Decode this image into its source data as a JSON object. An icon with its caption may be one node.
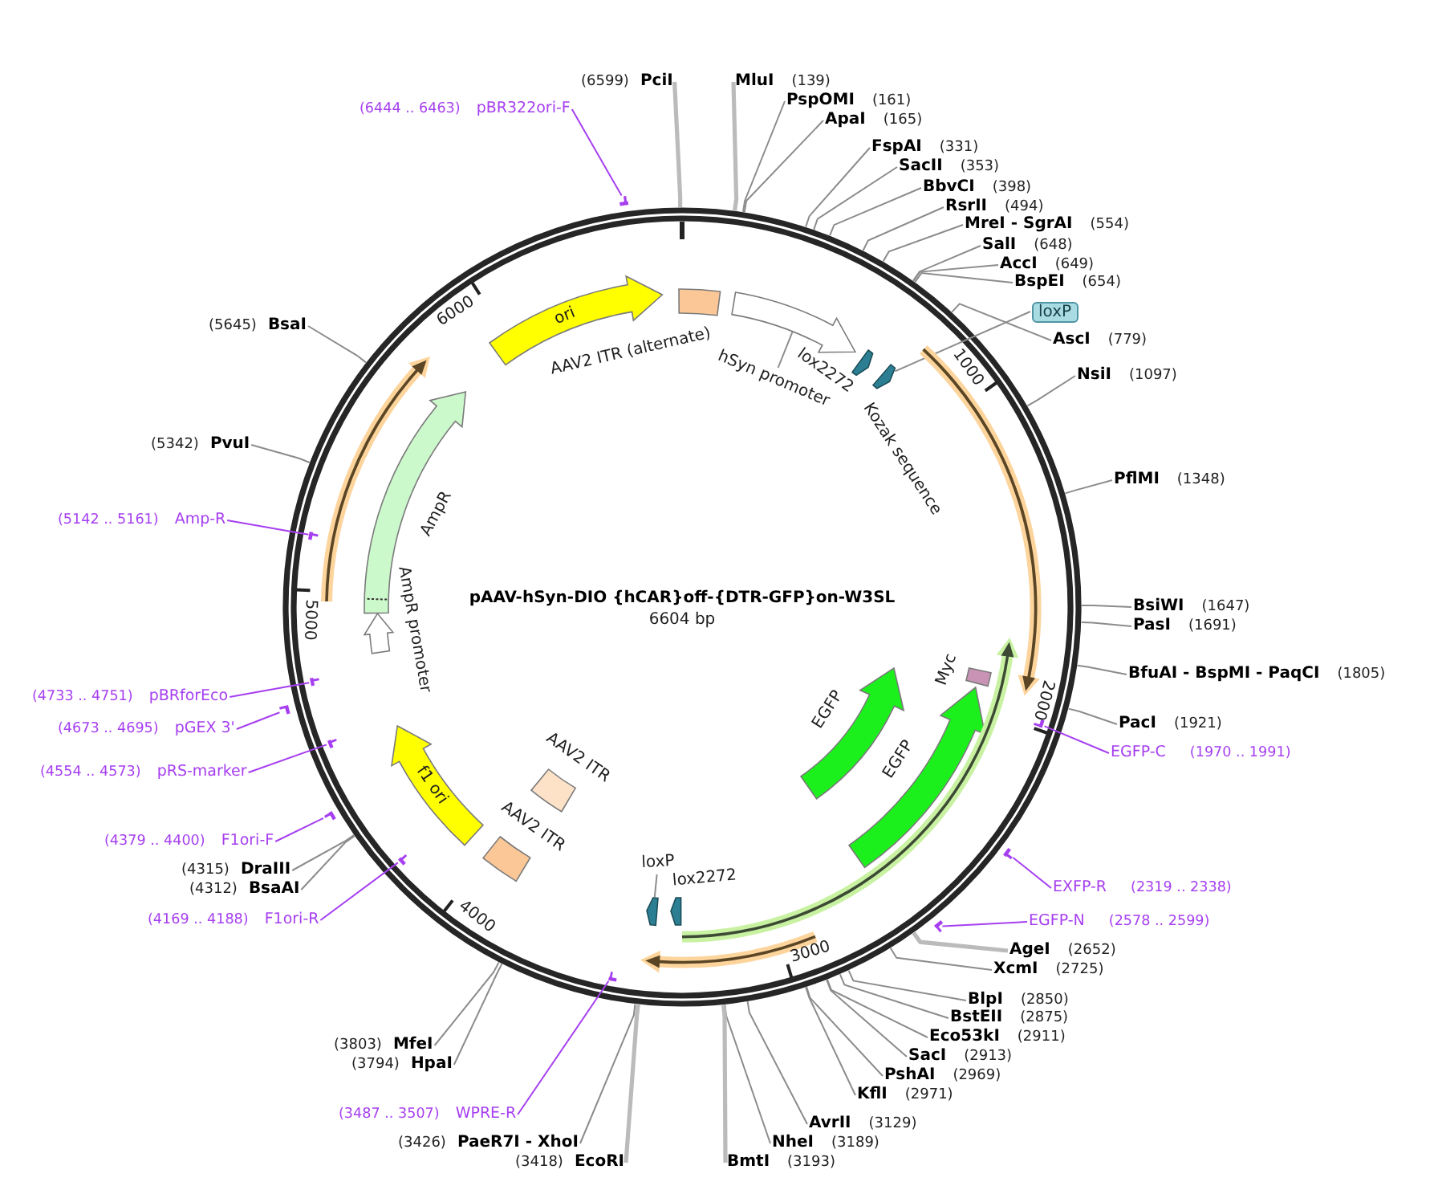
{
  "diagram": {
    "title": "pAAV-hSyn-DIO {hCAR}off-{DTR-GFP}on-W3SL",
    "nodes": [
      {
        "text": [
          "(6599)",
          "PciI"
        ]
      },
      {
        "text": [
          "MluI",
          "(139)"
        ]
      },
      {
        "text": [
          "PspOMI",
          "(161)"
        ]
      },
      {
        "text": [
          "ApaI",
          "(165)"
        ]
      },
      {
        "text": [
          "FspAI",
          "(331)"
        ]
      },
      {
        "text": [
          "SacII",
          "(353)"
        ]
      },
      {
        "text": [
          "BbvCI",
          "(398)"
        ]
      },
      {
        "text": [
          "RsrII",
          "(494)"
        ]
      },
      {
        "text": [
          "MreI - SgrAI",
          "(554)"
        ]
      },
      {
        "text": [
          "SalI",
          "(648)"
        ]
      },
      {
        "text": [
          "AccI",
          "(649)"
        ]
      },
      {
        "text": [
          "BspEI",
          "(654)"
        ]
      },
      {
        "text": [
          "loxP"
        ]
      },
      {
        "text": [
          "AscI",
          "(779)"
        ]
      },
      {
        "text": [
          "NsiI",
          "(1097)"
        ]
      },
      {
        "text": [
          "PflMI",
          "(1348)"
        ]
      },
      {
        "text": [
          "BsiWI",
          "(1647)"
        ]
      },
      {
        "text": [
          "PasI",
          "(1691)"
        ]
      },
      {
        "text": [
          "BfuAI - BspMI - PaqCI",
          "(1805)"
        ]
      },
      {
        "text": [
          "PacI",
          "(1921)"
        ]
      },
      {
        "text": [
          "EGFP-C",
          "(1970 .. 1991)"
        ]
      },
      {
        "text": [],
        "shape": "bar"
      },
      {
        "text": [
          "EXFP-R",
          "(2319 .. 2338)"
        ]
      },
      {
        "text": [],
        "shape": "bar"
      },
      {
        "text": [
          "EGFP-N",
          "(2578 .. 2599)"
        ]
      },
      {
        "text": [],
        "shape": "bar"
      },
      {
        "text": [
          "AgeI",
          "(2652)"
        ]
      },
      {
        "text": [
          "XcmI",
          "(2725)"
        ]
      },
      {
        "text": [
          "BlpI",
          "(2850)"
        ]
      },
      {
        "text": [
          "BstEII",
          "(2875)"
        ]
      },
      {
        "text": [
          "Eco53kI",
          "(2911)"
        ]
      },
      {
        "text": [
          "SacI",
          "(2913)"
        ]
      },
      {
        "text": [
          "PshAI",
          "(2969)"
        ]
      },
      {
        "text": [
          "KflI",
          "(2971)"
        ]
      },
      {
        "text": [
          "AvrII",
          "(3129)"
        ]
      },
      {
        "text": [
          "NheI",
          "(3189)"
        ]
      },
      {
        "text": [
          "BmtI",
          "(3193)"
        ]
      },
      {
        "text": [
          "(3418)",
          "EcoRI"
        ]
      },
      {
        "text": [
          "(3426)",
          "PaeR7I - XhoI"
        ]
      },
      {
        "text": [
          "(3487 .. 3507)",
          "WPRE-R"
        ]
      },
      {
        "text": [],
        "shape": "bar"
      },
      {
        "text": [
          "(3803)",
          "MfeI"
        ]
      },
      {
        "text": [
          "(3794)",
          "HpaI"
        ]
      },
      {
        "text": [
          "(4169 .. 4188)",
          "F1ori-R"
        ]
      },
      {
        "text": [],
        "shape": "bar"
      },
      {
        "text": [
          "(4315)",
          "DraIII"
        ]
      },
      {
        "text": [
          "(4312)",
          "BsaAI"
        ]
      },
      {
        "text": [
          "(4379 .. 4400)",
          "F1ori-F"
        ]
      },
      {
        "text": [],
        "shape": "bar"
      },
      {
        "text": [
          "(4554 .. 4573)",
          "pRS-marker"
        ]
      },
      {
        "text": [],
        "shape": "bar"
      },
      {
        "text": [
          "(4673 .. 4695)",
          "pGEX 3'"
        ]
      },
      {
        "text": [],
        "shape": "bar"
      },
      {
        "text": [
          "(4733 .. 4751)",
          "pBRforEco"
        ]
      },
      {
        "text": [],
        "shape": "bar"
      },
      {
        "text": [
          "(5142 .. 5161)",
          "Amp-R"
        ]
      },
      {
        "text": [],
        "shape": "bar"
      },
      {
        "text": [
          "(5342)",
          "PvuI"
        ]
      },
      {
        "text": [
          "(5645)",
          "BsaI"
        ]
      },
      {
        "text": [
          "(6444 .. 6463)",
          "pBR322ori-F"
        ]
      },
      {
        "text": [],
        "shape": "bar"
      },
      {
        "text": [
          "ori"
        ]
      },
      {
        "text": [
          "AAV2 ITR (alternate)"
        ]
      },
      {
        "text": [],
        "shape": "arrow"
      },
      {
        "text": [
          "hSyn promoter"
        ]
      },
      {
        "text": [
          "lox2272"
        ]
      },
      {
        "text": [],
        "shape": "arrow"
      },
      {
        "text": [
          "Kozak sequence"
        ]
      },
      {
        "text": [],
        "shape": "arrow"
      },
      {
        "text": [
          "Myc"
        ]
      },
      {
        "text": [
          "EGFP"
        ]
      },
      {
        "text": [
          "EGFP"
        ]
      },
      {
        "text": [],
        "shape": "arrow"
      },
      {
        "text": [],
        "shape": "arrow"
      },
      {
        "text": [
          "lox2272"
        ]
      },
      {
        "text": [],
        "shape": "arrow"
      },
      {
        "text": [
          "loxP"
        ]
      },
      {
        "text": [
          "AAV2 ITR"
        ]
      },
      {
        "text": [
          "AAV2 ITR"
        ]
      },
      {
        "text": [
          "f1 ori"
        ]
      },
      {
        "text": [
          "AmpR promoter"
        ]
      },
      {
        "text": [
          "AmpR"
        ]
      },
      {
        "text": [],
        "shape": "arrow"
      }
    ],
    "edges": [
      {
        "from": 0,
        "to": null,
        "arrow": "none",
        "style": "thick",
        "color": "#bbbbbb"
      },
      {
        "from": 1,
        "to": null,
        "arrow": "none",
        "style": "thick",
        "color": "#bbbbbb"
      },
      {
        "from": 2,
        "to": null,
        "arrow": "none"
      },
      {
        "from": 3,
        "to": null,
        "arrow": "none"
      },
      {
        "from": 4,
        "to": null,
        "arrow": "none"
      },
      {
        "from": 5,
        "to": null,
        "arrow": "none"
      },
      {
        "from": 6,
        "to": null,
        "arrow": "none"
      },
      {
        "from": 7,
        "to": null,
        "arrow": "none"
      },
      {
        "from": 8,
        "to": null,
        "arrow": "none"
      },
      {
        "from": 9,
        "to": null,
        "arrow": "none"
      },
      {
        "from": 10,
        "to": null,
        "arrow": "none"
      },
      {
        "from": 11,
        "to": null,
        "arrow": "none"
      },
      {
        "from": 12,
        "to": 66,
        "arrow": "none"
      },
      {
        "from": 13,
        "to": null,
        "arrow": "none"
      },
      {
        "from": 14,
        "to": null,
        "arrow": "none"
      },
      {
        "from": 15,
        "to": null,
        "arrow": "none"
      },
      {
        "from": 16,
        "to": null,
        "arrow": "none"
      },
      {
        "from": 17,
        "to": null,
        "arrow": "none"
      },
      {
        "from": 18,
        "to": null,
        "arrow": "none"
      },
      {
        "from": 19,
        "to": null,
        "arrow": "none"
      },
      {
        "from": 20,
        "to": 21,
        "arrow": "none",
        "color": "#a63ff0"
      },
      {
        "from": 22,
        "to": 23,
        "arrow": "none",
        "color": "#a63ff0"
      },
      {
        "from": 24,
        "to": 25,
        "arrow": "none",
        "color": "#a63ff0"
      },
      {
        "from": 26,
        "to": null,
        "arrow": "none",
        "style": "thick",
        "color": "#bbbbbb"
      },
      {
        "from": 27,
        "to": null,
        "arrow": "none"
      },
      {
        "from": 28,
        "to": null,
        "arrow": "none"
      },
      {
        "from": 29,
        "to": null,
        "arrow": "none"
      },
      {
        "from": 30,
        "to": null,
        "arrow": "none"
      },
      {
        "from": 31,
        "to": null,
        "arrow": "none"
      },
      {
        "from": 32,
        "to": null,
        "arrow": "none"
      },
      {
        "from": 33,
        "to": null,
        "arrow": "none"
      },
      {
        "from": 34,
        "to": null,
        "arrow": "none"
      },
      {
        "from": 35,
        "to": null,
        "arrow": "none"
      },
      {
        "from": 36,
        "to": null,
        "arrow": "none",
        "style": "thick",
        "color": "#bbbbbb"
      },
      {
        "from": 37,
        "to": null,
        "arrow": "none",
        "style": "thick",
        "color": "#bbbbbb"
      },
      {
        "from": 38,
        "to": null,
        "arrow": "none"
      },
      {
        "from": 39,
        "to": 40,
        "arrow": "none",
        "color": "#a63ff0"
      },
      {
        "from": 41,
        "to": null,
        "arrow": "none"
      },
      {
        "from": 42,
        "to": null,
        "arrow": "none"
      },
      {
        "from": 43,
        "to": 44,
        "arrow": "none",
        "color": "#a63ff0"
      },
      {
        "from": 45,
        "to": null,
        "arrow": "none"
      },
      {
        "from": 46,
        "to": null,
        "arrow": "none"
      },
      {
        "from": 47,
        "to": 48,
        "arrow": "none",
        "color": "#a63ff0"
      },
      {
        "from": 49,
        "to": 50,
        "arrow": "none",
        "color": "#a63ff0"
      },
      {
        "from": 51,
        "to": 52,
        "arrow": "none",
        "color": "#a63ff0"
      },
      {
        "from": 53,
        "to": 54,
        "arrow": "none",
        "color": "#a63ff0"
      },
      {
        "from": 55,
        "to": 56,
        "arrow": "none",
        "color": "#a63ff0"
      },
      {
        "from": 57,
        "to": null,
        "arrow": "none"
      },
      {
        "from": 58,
        "to": null,
        "arrow": "none"
      },
      {
        "from": 59,
        "to": 60,
        "arrow": "none",
        "color": "#a63ff0"
      },
      {
        "from": 64,
        "to": 63,
        "arrow": "none"
      },
      {
        "from": 76,
        "to": 75,
        "arrow": "none"
      }
    ],
    "labels": [
      "6604 bp",
      "1000",
      "2000",
      "3000",
      "4000",
      "5000",
      "6000"
    ]
  }
}
